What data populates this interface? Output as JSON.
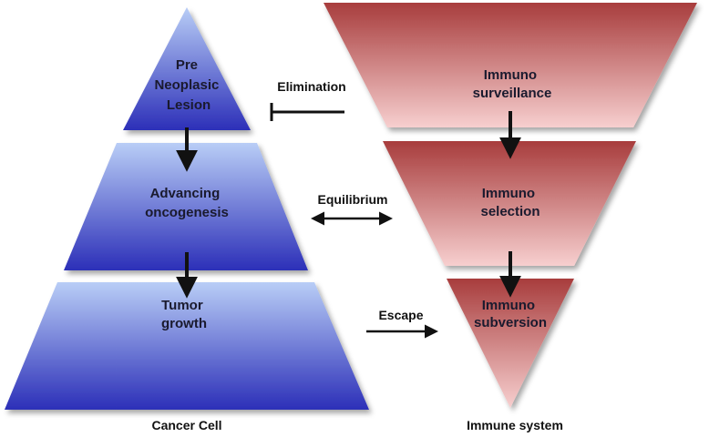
{
  "cancer_side": {
    "tiers": [
      {
        "lines": [
          "Pre",
          "Neoplasic",
          "Lesion"
        ]
      },
      {
        "lines": [
          "Advancing",
          "oncogenesis"
        ]
      },
      {
        "lines": [
          "Tumor",
          "growth"
        ]
      }
    ],
    "caption": "Cancer Cell",
    "colors": {
      "light": "#b8cdf6",
      "dark": "#2c2fb8"
    }
  },
  "immune_side": {
    "tiers": [
      {
        "lines": [
          "Immuno",
          "surveillance"
        ]
      },
      {
        "lines": [
          "Immuno",
          "selection"
        ]
      },
      {
        "lines": [
          "Immuno",
          "subversion"
        ]
      }
    ],
    "caption": "Immune system",
    "colors": {
      "light": "#f7cfcf",
      "dark": "#a83d3d"
    }
  },
  "phases": [
    {
      "label": "Elimination",
      "arrow": "inhibit"
    },
    {
      "label": "Equilibrium",
      "arrow": "double"
    },
    {
      "label": "Escape",
      "arrow": "right"
    }
  ]
}
